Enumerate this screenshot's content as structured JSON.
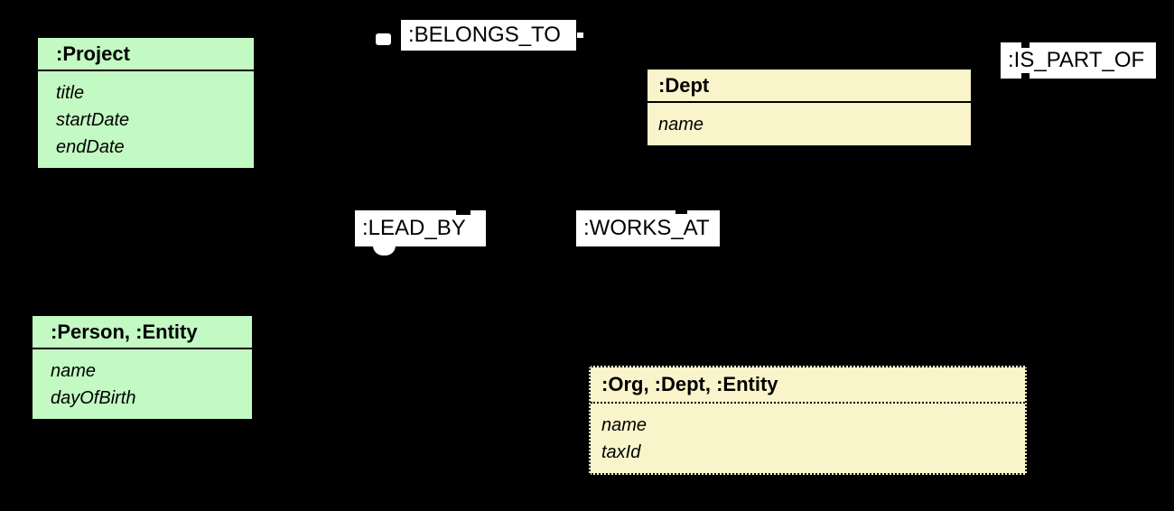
{
  "canvas": {
    "background": "#000000"
  },
  "colors": {
    "node_green_fill": "#C3F9C3",
    "node_yellow_fill": "#FAF4CB",
    "node_border": "#000000",
    "relationship_label_background": "#FFFFFF",
    "text": "#000000"
  },
  "nodes": [
    {
      "id": "project",
      "title": ":Project",
      "attributes": [
        "title",
        "startDate",
        "endDate"
      ],
      "fill": "#C3F9C3",
      "border_style": "solid"
    },
    {
      "id": "dept",
      "title": ":Dept",
      "attributes": [
        "name"
      ],
      "fill": "#FAF4CB",
      "border_style": "solid"
    },
    {
      "id": "person",
      "title": ":Person, :Entity",
      "attributes": [
        "name",
        "dayOfBirth"
      ],
      "fill": "#C3F9C3",
      "border_style": "solid"
    },
    {
      "id": "org",
      "title": ":Org, :Dept, :Entity",
      "attributes": [
        "name",
        "taxId"
      ],
      "fill": "#FAF4CB",
      "border_style": "dotted"
    }
  ],
  "relationships": [
    {
      "id": "belongs-to",
      "label": ":BELONGS_TO"
    },
    {
      "id": "is-part-of",
      "label": ":IS_PART_OF"
    },
    {
      "id": "lead-by",
      "label": ":LEAD_BY"
    },
    {
      "id": "works-at",
      "label": ":WORKS_AT"
    }
  ]
}
